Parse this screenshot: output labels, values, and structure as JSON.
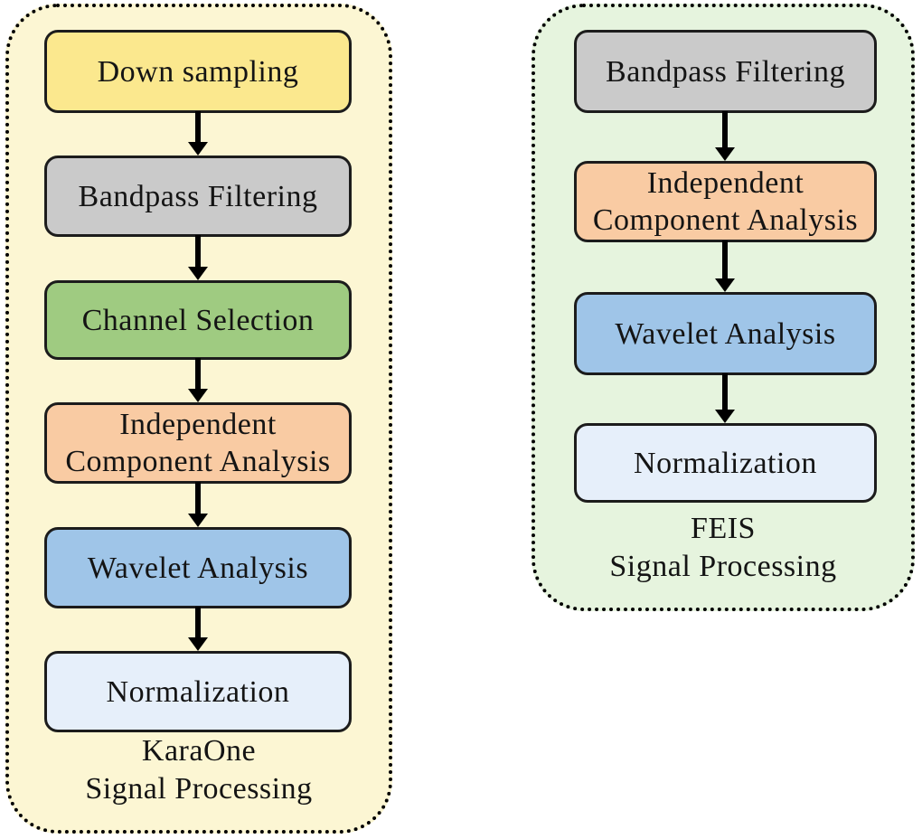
{
  "figure": {
    "type": "flowchart",
    "description": "Two signal-processing pipeline diagrams"
  },
  "panels": [
    {
      "name": "KaraOne",
      "caption_line1": "KaraOne",
      "caption_line2": "Signal Processing",
      "background": "#FCF6D3",
      "border_color": "#000000",
      "steps": [
        {
          "label": "Down sampling",
          "color": "#FBE88E"
        },
        {
          "label": "Bandpass Filtering",
          "color": "#CACACA"
        },
        {
          "label": "Channel Selection",
          "color": "#9FCB81"
        },
        {
          "label": "Independent Component Analysis",
          "lines": [
            "Independent",
            "Component Analysis"
          ],
          "color": "#F9CBA3"
        },
        {
          "label": "Wavelet Analysis",
          "color": "#9FC5E8"
        },
        {
          "label": "Normalization",
          "color": "#E6EFFA"
        }
      ]
    },
    {
      "name": "FEIS",
      "caption_line1": "FEIS",
      "caption_line2": "Signal Processing",
      "background": "#E6F4DE",
      "border_color": "#000000",
      "steps": [
        {
          "label": "Bandpass Filtering",
          "color": "#CACACA"
        },
        {
          "label": "Independent Component Analysis",
          "lines": [
            "Independent",
            "Component Analysis"
          ],
          "color": "#F9CBA3"
        },
        {
          "label": "Wavelet Analysis",
          "color": "#9FC5E8"
        },
        {
          "label": "Normalization",
          "color": "#E6EFFA"
        }
      ]
    }
  ]
}
